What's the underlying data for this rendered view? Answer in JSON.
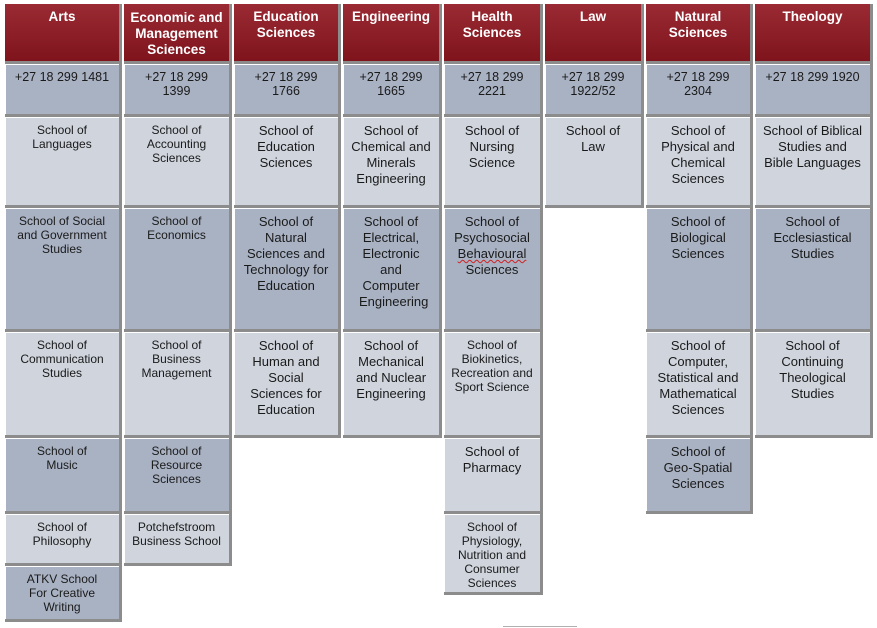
{
  "headers": {
    "arts": "Arts",
    "econ": "Economic and Management Sciences",
    "edu": "Education Sciences",
    "eng": "Engineering",
    "health": "Health Sciences",
    "law": "Law",
    "nat": "Natural Sciences",
    "theo": "Theology"
  },
  "phones": {
    "arts": "+27 18 299 1481",
    "econ": "+27 18 299 1399",
    "edu": "+27 18 299 1766",
    "eng": "+27 18 299 1665",
    "health": "+27 18 299 2221",
    "law": "+27 18 299 1922/52",
    "nat": "+27 18 299 2304",
    "theo": "+27 18 299 1920"
  },
  "schools": {
    "arts": [
      "School of Languages",
      "School of Social and Government Studies",
      "School of Communication Studies",
      "School of Music",
      "School of Philosophy",
      "ATKV School For Creative Writing"
    ],
    "econ": [
      "School of Accounting Sciences",
      "School of Economics",
      "School of Business Management",
      "School of Resource Sciences",
      "Potchefstroom Business School"
    ],
    "edu": [
      "School of Education Sciences",
      "School of Natural Sciences and Technology for Education",
      "School of Human and Social Sciences for Education"
    ],
    "eng": [
      "School of Chemical and Minerals Engineering",
      "School of Electrical, Electronic and Computer Engineering",
      "School of Mechanical and Nuclear Engineering"
    ],
    "health": [
      "School of Nursing Science",
      "School of Psychosocial",
      "Behavioural",
      "Sciences",
      "School of Biokinetics, Recreation and Sport Science",
      "School of Pharmacy",
      "School of Physiology, Nutrition and Consumer Sciences"
    ],
    "law": [
      "School of Law"
    ],
    "nat": [
      "School of Physical and Chemical Sciences",
      "School of Biological Sciences",
      "School of Computer, Statistical and Mathematical Sciences",
      "School of Geo-Spatial Sciences"
    ],
    "theo": [
      "School of Biblical Studies and Bible Languages",
      "School of Ecclesiastical Studies",
      "School of Continuing Theological Studies"
    ]
  }
}
